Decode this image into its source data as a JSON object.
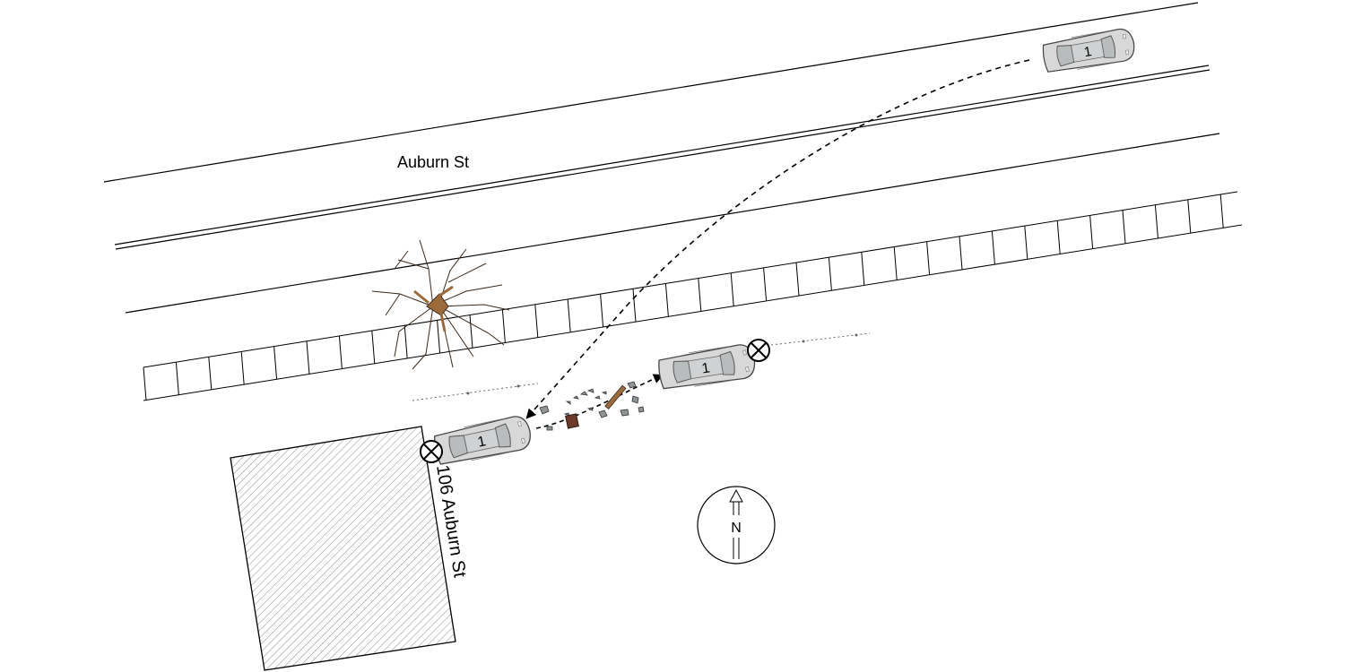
{
  "street_label": "Auburn St",
  "building_label": "106 Auburn St",
  "compass_label": "N",
  "vehicles": [
    {
      "id": "1",
      "state": "pre-crash position"
    },
    {
      "id": "1",
      "state": "final rest"
    },
    {
      "id": "1",
      "state": "point of impact"
    }
  ],
  "icons": [
    "tree-icon",
    "impact-marker-icon",
    "compass-icon",
    "debris-icon"
  ],
  "colors": {
    "vehicle_body": "#d8d8d8",
    "vehicle_glass": "#b9bcbd",
    "tree_trunk": "#9c6b3c",
    "line": "#000000"
  }
}
